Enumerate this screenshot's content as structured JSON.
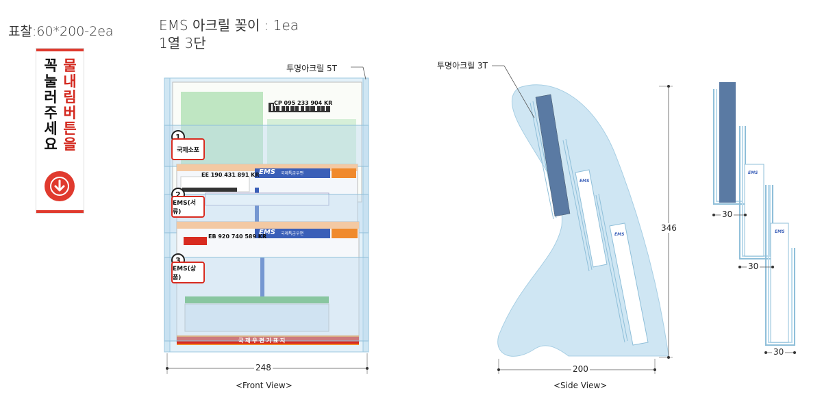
{
  "plate_spec": "표찰:60*200-2ea",
  "holder": {
    "title": "EMS 아크릴 꽂이 : 1ea",
    "subtitle": "1열 3단"
  },
  "sign": {
    "col1": [
      "꼭",
      "눌",
      "러",
      "주",
      "세",
      "요"
    ],
    "col2": [
      "물",
      "내",
      "림",
      "버",
      "튼",
      "을"
    ],
    "icon": "down-arrow-icon",
    "accent_color": "#e03a2e"
  },
  "front_view": {
    "material_label": "투명아크릴 5T",
    "width_dim": "248",
    "caption": "<Front View>",
    "slots": [
      {
        "num": "1",
        "label": "국제소포"
      },
      {
        "num": "2",
        "label": "EMS(서류)"
      },
      {
        "num": "3",
        "label": "EMS(상품)"
      }
    ],
    "forms": {
      "parcel_tracking": "CP 095 233 904 KR",
      "ems1_tracking": "EE 190 431 891 KR",
      "ems2_tracking": "EB 920 740 589 KR",
      "ems_brand": "EMS",
      "ems_sub": "국제특급우편",
      "footer_label": "국 제 우 편 기 표 지"
    }
  },
  "side_view": {
    "material_label": "투명아크릴 3T",
    "height_dim": "346",
    "width_dim": "200",
    "caption": "<Side View>"
  },
  "detail_view": {
    "dims": [
      "30",
      "30",
      "30"
    ]
  },
  "colors": {
    "acrylic": "#cfe6f3",
    "acrylic_edge": "#8fbfd9",
    "parcel_green": "#bfe6c2",
    "ems_orange": "#f08a2c",
    "ems_blue": "#3a5fb8",
    "slate": "#5a7aa3"
  }
}
